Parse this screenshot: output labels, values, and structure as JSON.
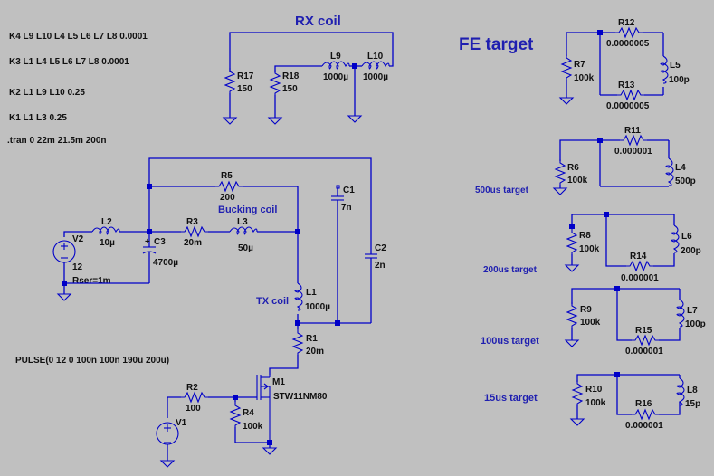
{
  "directives": [
    "K4 L9 L10 L4 L5 L6 L7 L8 0.0001",
    "K3 L1 L4 L5 L6 L7 L8 0.0001",
    "K2 L1 L9 L10 0.25",
    "K1 L1 L3 0.25",
    ".tran 0 22m 21.5m 200n"
  ],
  "pulse": "PULSE(0 12 0 100n 100n 190u 200u)",
  "labels": {
    "rx_coil": "RX coil",
    "fe_target": "FE target",
    "bucking_coil": "Bucking coil",
    "tx_coil": "TX coil",
    "t500": "500us target",
    "t200": "200us target",
    "t100": "100us target",
    "t15": "15us target"
  },
  "components": {
    "R17": {
      "name": "R17",
      "value": "150"
    },
    "R18": {
      "name": "R18",
      "value": "150"
    },
    "L9": {
      "name": "L9",
      "value": "1000µ"
    },
    "L10": {
      "name": "L10",
      "value": "1000µ"
    },
    "R12": {
      "name": "R12",
      "value": "0.0000005"
    },
    "R13": {
      "name": "R13",
      "value": "0.0000005"
    },
    "R7": {
      "name": "R7",
      "value": "100k"
    },
    "L5": {
      "name": "L5",
      "value": "100p"
    },
    "R11": {
      "name": "R11",
      "value": "0.000001"
    },
    "R6": {
      "name": "R6",
      "value": "100k"
    },
    "L4": {
      "name": "L4",
      "value": "500p"
    },
    "R8": {
      "name": "R8",
      "value": "100k"
    },
    "L6": {
      "name": "L6",
      "value": "200p"
    },
    "R14": {
      "name": "R14",
      "value": "0.000001"
    },
    "R9": {
      "name": "R9",
      "value": "100k"
    },
    "L7": {
      "name": "L7",
      "value": "100p"
    },
    "R15": {
      "name": "R15",
      "value": "0.000001"
    },
    "R10": {
      "name": "R10",
      "value": "100k"
    },
    "L8": {
      "name": "L8",
      "value": "15p"
    },
    "R16": {
      "name": "R16",
      "value": "0.000001"
    },
    "V2": {
      "name": "V2",
      "value": "12",
      "extra": "Rser=1m"
    },
    "L2": {
      "name": "L2",
      "value": "10µ"
    },
    "C3": {
      "name": "C3",
      "value": "4700µ"
    },
    "R5": {
      "name": "R5",
      "value": "200"
    },
    "R3": {
      "name": "R3",
      "value": "20m"
    },
    "L3": {
      "name": "L3",
      "value": "50µ"
    },
    "C1": {
      "name": "C1",
      "value": "7n"
    },
    "C2": {
      "name": "C2",
      "value": "2n"
    },
    "L1": {
      "name": "L1",
      "value": "1000µ"
    },
    "R1": {
      "name": "R1",
      "value": "20m"
    },
    "M1": {
      "name": "M1",
      "value": "STW11NM80"
    },
    "R2": {
      "name": "R2",
      "value": "100"
    },
    "R4": {
      "name": "R4",
      "value": "100k"
    },
    "V1": {
      "name": "V1"
    }
  }
}
